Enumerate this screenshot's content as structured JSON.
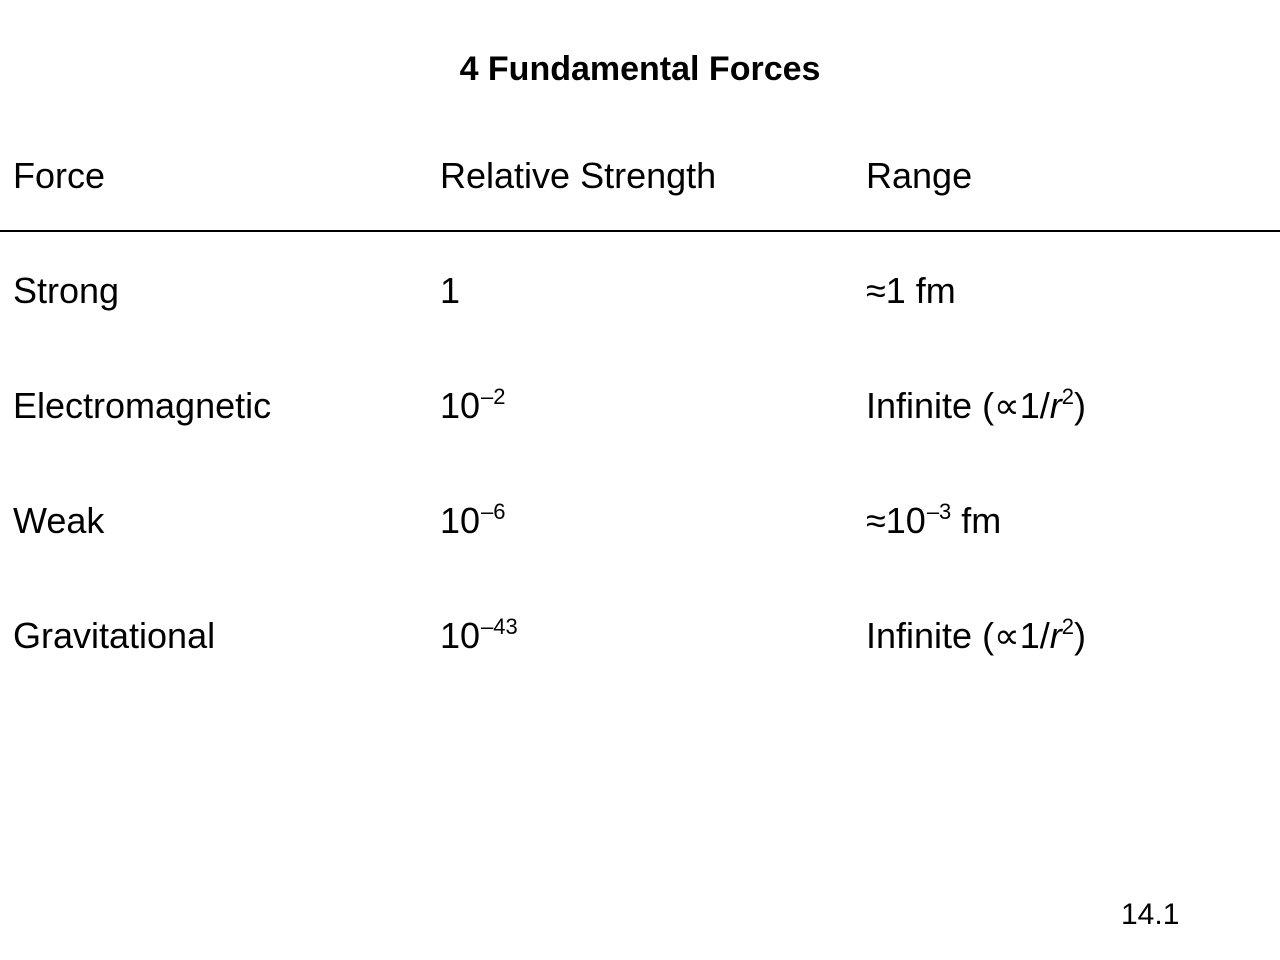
{
  "slide": {
    "title": "4 Fundamental Forces",
    "page_number": "14.1"
  },
  "table": {
    "headers": [
      "Force",
      "Relative Strength",
      "Range"
    ],
    "rows": [
      {
        "force": "Strong",
        "strength": {
          "base": "1",
          "exp": ""
        },
        "range": {
          "prefix": "≈1 fm",
          "exp": "",
          "suffix": ""
        }
      },
      {
        "force": "Electromagnetic",
        "strength": {
          "base": "10",
          "exp": "–2"
        },
        "range": {
          "prefix": "Infinite (∝1/",
          "var": "r",
          "exp": "2",
          "suffix": ")"
        }
      },
      {
        "force": "Weak",
        "strength": {
          "base": "10",
          "exp": "–6"
        },
        "range": {
          "prefix": "≈10",
          "exp": "–3",
          "suffix": " fm"
        }
      },
      {
        "force": "Gravitational",
        "strength": {
          "base": "10",
          "exp": "–43"
        },
        "range": {
          "prefix": "Infinite (∝1/",
          "var": "r",
          "exp": "2",
          "suffix": ")"
        }
      }
    ]
  }
}
